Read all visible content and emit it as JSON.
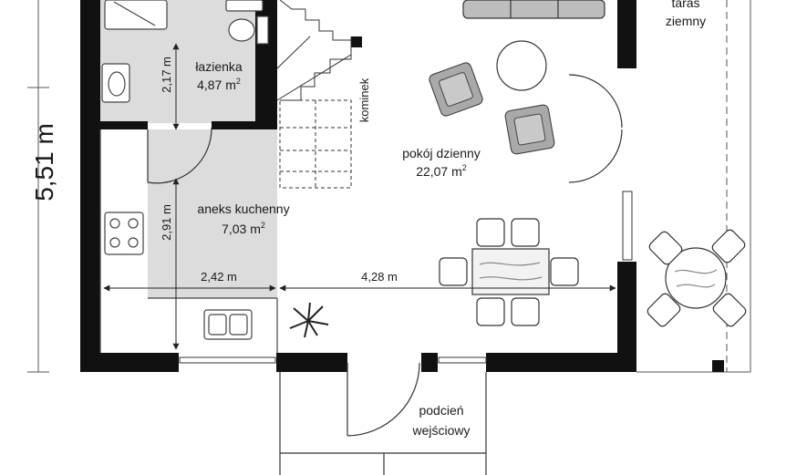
{
  "rooms": {
    "bathroom": {
      "name": "łazienka",
      "area_value": "4,87 m",
      "area_sup": "2"
    },
    "kitchenette": {
      "name": "aneks kuchenny",
      "area_value": "7,03 m",
      "area_sup": "2"
    },
    "living_room": {
      "name": "pokój dzienny",
      "area_value": "22,07 m",
      "area_sup": "2"
    },
    "terrace": {
      "line1": "taras",
      "line2": "ziemny"
    },
    "porch": {
      "line1": "podcień",
      "line2": "wejściowy"
    }
  },
  "labels": {
    "chimney": "kominek"
  },
  "dimensions": {
    "overall_height": "5,51 m",
    "bathroom_depth": "2,17 m",
    "kitchen_depth": "2,91 m",
    "kitchen_width": "2,42 m",
    "living_width": "4,28 m"
  },
  "colors": {
    "wall": "#111111",
    "floor_tint": "#dcdcdc",
    "line": "#333333"
  }
}
